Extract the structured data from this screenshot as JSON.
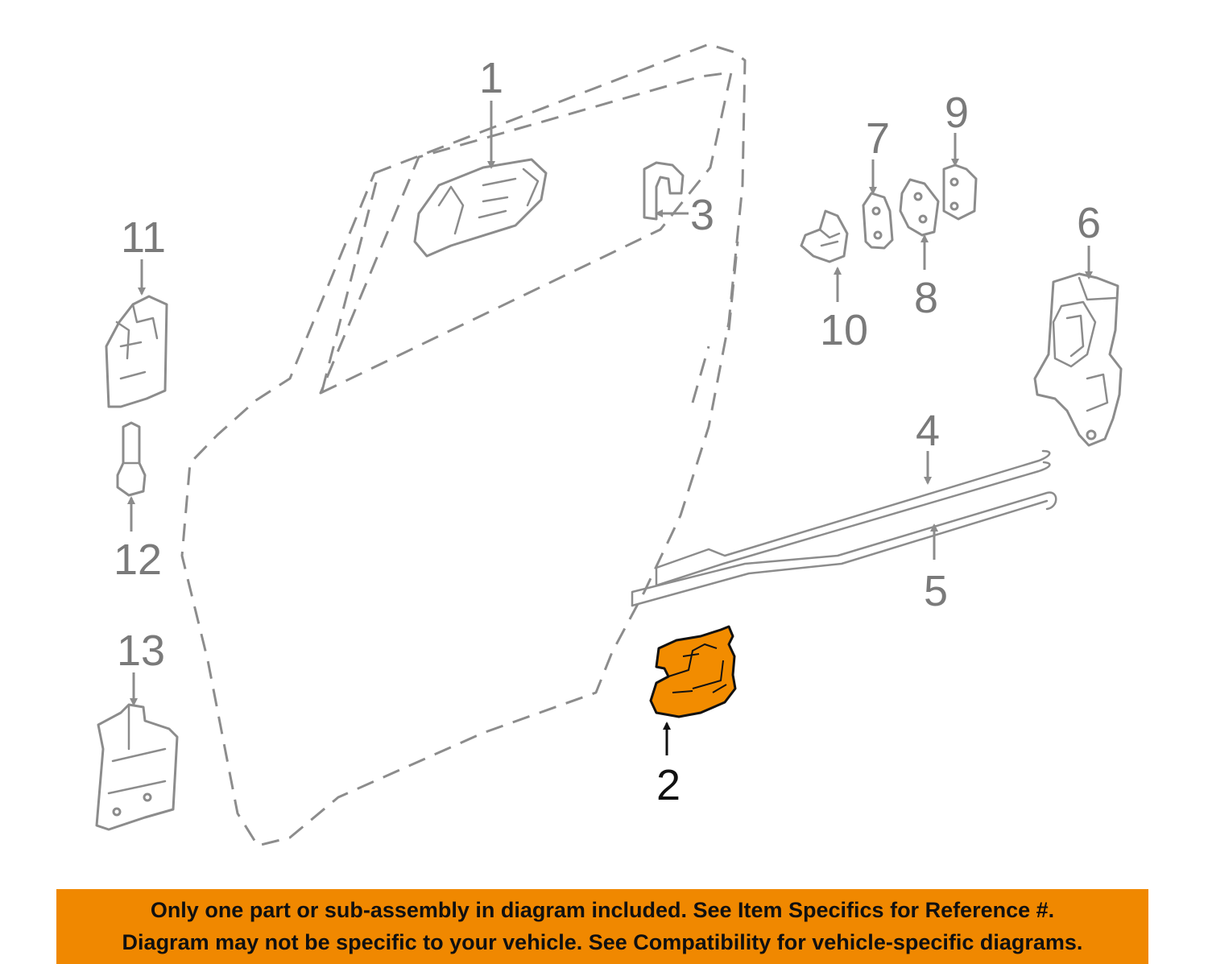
{
  "callouts": {
    "c1": "1",
    "c2": "2",
    "c3": "3",
    "c4": "4",
    "c5": "5",
    "c6": "6",
    "c7": "7",
    "c8": "8",
    "c9": "9",
    "c10": "10",
    "c11": "11",
    "c12": "12",
    "c13": "13"
  },
  "highlight_color": "#f28c00",
  "notice": {
    "line1": "Only one part or sub-assembly in diagram included. See Item Specifics for Reference #.",
    "line2": "Diagram may not be specific to your vehicle. See Compatibility for vehicle-specific diagrams.",
    "background": "#f08800"
  }
}
